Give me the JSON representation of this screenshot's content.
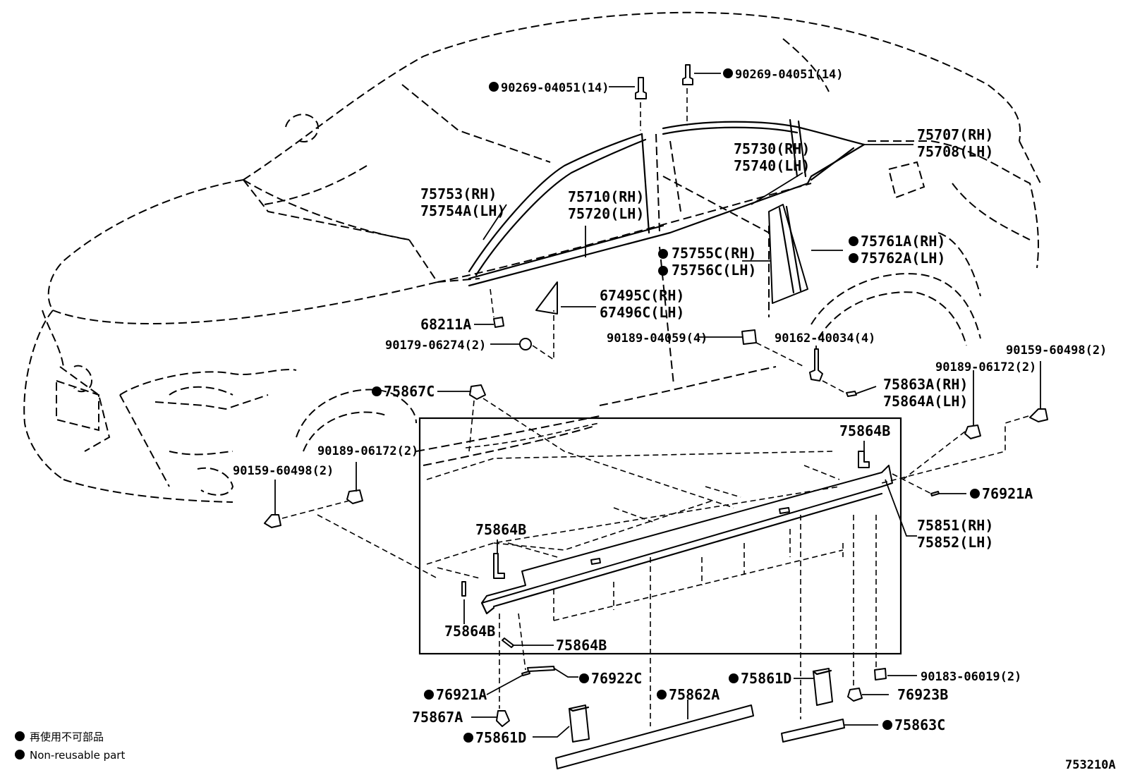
{
  "labels": {
    "p90269_left": "90269-04051(14)",
    "p90269_right": "90269-04051(14)",
    "p75707": "75707(RH)",
    "p75708": "75708(LH)",
    "p75730": "75730(RH)",
    "p75740": "75740(LH)",
    "p75753": "75753(RH)",
    "p75754A": "75754A(LH)",
    "p75710": "75710(RH)",
    "p75720": "75720(LH)",
    "p75761A": "75761A(RH)",
    "p75762A": "75762A(LH)",
    "p75755C": "75755C(RH)",
    "p75756C": "75756C(LH)",
    "p67495C": "67495C(RH)",
    "p67496C": "67496C(LH)",
    "p68211A": "68211A",
    "p90179": "90179-06274(2)",
    "p90189_04059": "90189-04059(4)",
    "p90162": "90162-40034(4)",
    "p90189_06172_right": "90189-06172(2)",
    "p90159_right": "90159-60498(2)",
    "p75867C": "75867C",
    "p75863A": "75863A(RH)",
    "p75864A": "75864A(LH)",
    "p90189_06172_left": "90189-06172(2)",
    "p90159_left": "90159-60498(2)",
    "p75864B_top": "75864B",
    "p76921A_right": "76921A",
    "p75864B_left": "75864B",
    "p75851": "75851(RH)",
    "p75852": "75852(LH)",
    "p75864B_bottom_left": "75864B",
    "p75864B_bottom": "75864B",
    "p76921A_bottom": "76921A",
    "p76922C": "76922C",
    "p75862A": "75862A",
    "p75861D_right": "75861D",
    "p90183": "90183-06019(2)",
    "p76923B": "76923B",
    "p75867A": "75867A",
    "p75861D_left": "75861D",
    "p75863C": "75863C"
  },
  "legend": {
    "japanese": "再使用不可部品",
    "english": "Non-reusable part"
  },
  "figure_id": "753210A"
}
